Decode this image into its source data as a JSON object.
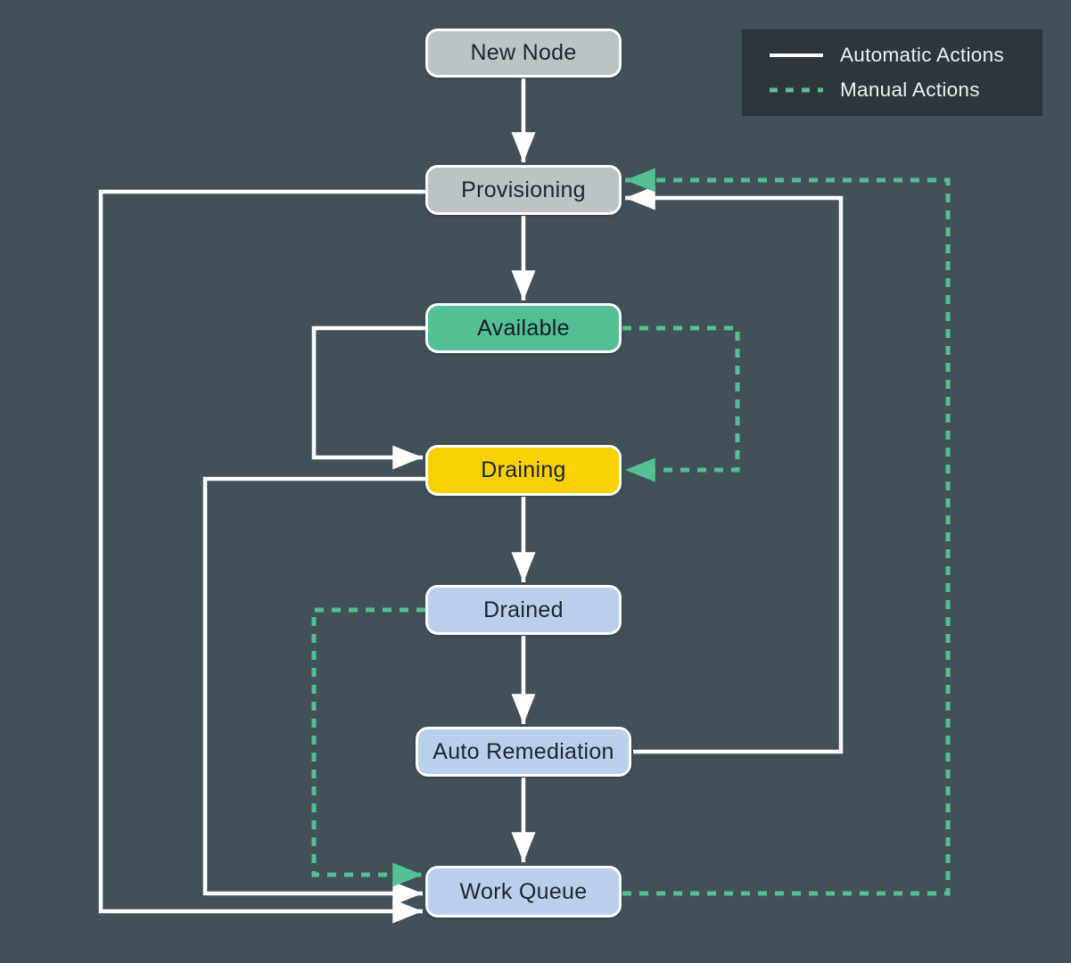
{
  "colors": {
    "background": "#42505a",
    "legend_background": "#2d363c",
    "automatic": "#ffffff",
    "manual": "#53bf92"
  },
  "legend": {
    "items": [
      {
        "label": "Automatic Actions",
        "type": "automatic"
      },
      {
        "label": "Manual Actions",
        "type": "manual"
      }
    ]
  },
  "nodes": [
    {
      "id": "new-node",
      "label": "New Node",
      "fill": "#bcc3c6",
      "text_color": "#1c262e"
    },
    {
      "id": "provisioning",
      "label": "Provisioning",
      "fill": "#bcc3c6",
      "text_color": "#1c262e"
    },
    {
      "id": "available",
      "label": "Available",
      "fill": "#53bf92",
      "text_color": "#13211c"
    },
    {
      "id": "draining",
      "label": "Draining",
      "fill": "#f8d103",
      "text_color": "#1c262e"
    },
    {
      "id": "drained",
      "label": "Drained",
      "fill": "#b9cfec",
      "text_color": "#1c262e"
    },
    {
      "id": "auto-remediation",
      "label": "Auto Remediation",
      "fill": "#b9cfec",
      "text_color": "#1c262e"
    },
    {
      "id": "work-queue",
      "label": "Work Queue",
      "fill": "#b9cfec",
      "text_color": "#1c262e"
    }
  ],
  "edges": [
    {
      "from": "new-node",
      "to": "provisioning",
      "type": "automatic"
    },
    {
      "from": "provisioning",
      "to": "available",
      "type": "automatic"
    },
    {
      "from": "available",
      "to": "draining",
      "type": "automatic"
    },
    {
      "from": "available",
      "to": "draining",
      "type": "manual"
    },
    {
      "from": "draining",
      "to": "drained",
      "type": "automatic"
    },
    {
      "from": "drained",
      "to": "auto-remediation",
      "type": "automatic"
    },
    {
      "from": "auto-remediation",
      "to": "work-queue",
      "type": "automatic"
    },
    {
      "from": "auto-remediation",
      "to": "provisioning",
      "type": "automatic"
    },
    {
      "from": "provisioning",
      "to": "work-queue",
      "type": "automatic"
    },
    {
      "from": "draining",
      "to": "work-queue",
      "type": "automatic"
    },
    {
      "from": "drained",
      "to": "work-queue",
      "type": "manual"
    },
    {
      "from": "work-queue",
      "to": "provisioning",
      "type": "manual"
    }
  ]
}
